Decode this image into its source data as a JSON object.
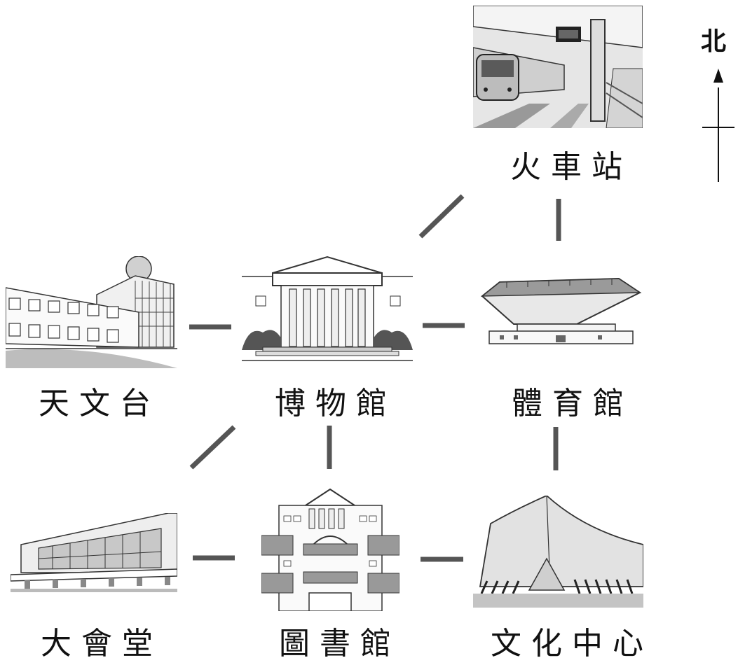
{
  "compass": {
    "north_label": "北"
  },
  "places": {
    "train_station": {
      "label": "火車站",
      "icon": "train-station-icon"
    },
    "observatory": {
      "label": "天文台",
      "icon": "observatory-icon"
    },
    "museum": {
      "label": "博物館",
      "icon": "museum-icon"
    },
    "stadium": {
      "label": "體育館",
      "icon": "stadium-icon"
    },
    "auditorium": {
      "label": "大會堂",
      "icon": "auditorium-icon"
    },
    "library": {
      "label": "圖書館",
      "icon": "library-icon"
    },
    "culture_center": {
      "label": "文化中心",
      "icon": "culture-center-icon"
    }
  },
  "connections": [
    [
      "museum",
      "train_station"
    ],
    [
      "stadium",
      "train_station"
    ],
    [
      "observatory",
      "museum"
    ],
    [
      "museum",
      "stadium"
    ],
    [
      "museum",
      "auditorium"
    ],
    [
      "museum",
      "library"
    ],
    [
      "stadium",
      "culture_center"
    ],
    [
      "auditorium",
      "library"
    ],
    [
      "library",
      "culture_center"
    ]
  ],
  "colors": {
    "connector": "#555555",
    "ink": "#111111",
    "shade": "#bdbdbd"
  }
}
